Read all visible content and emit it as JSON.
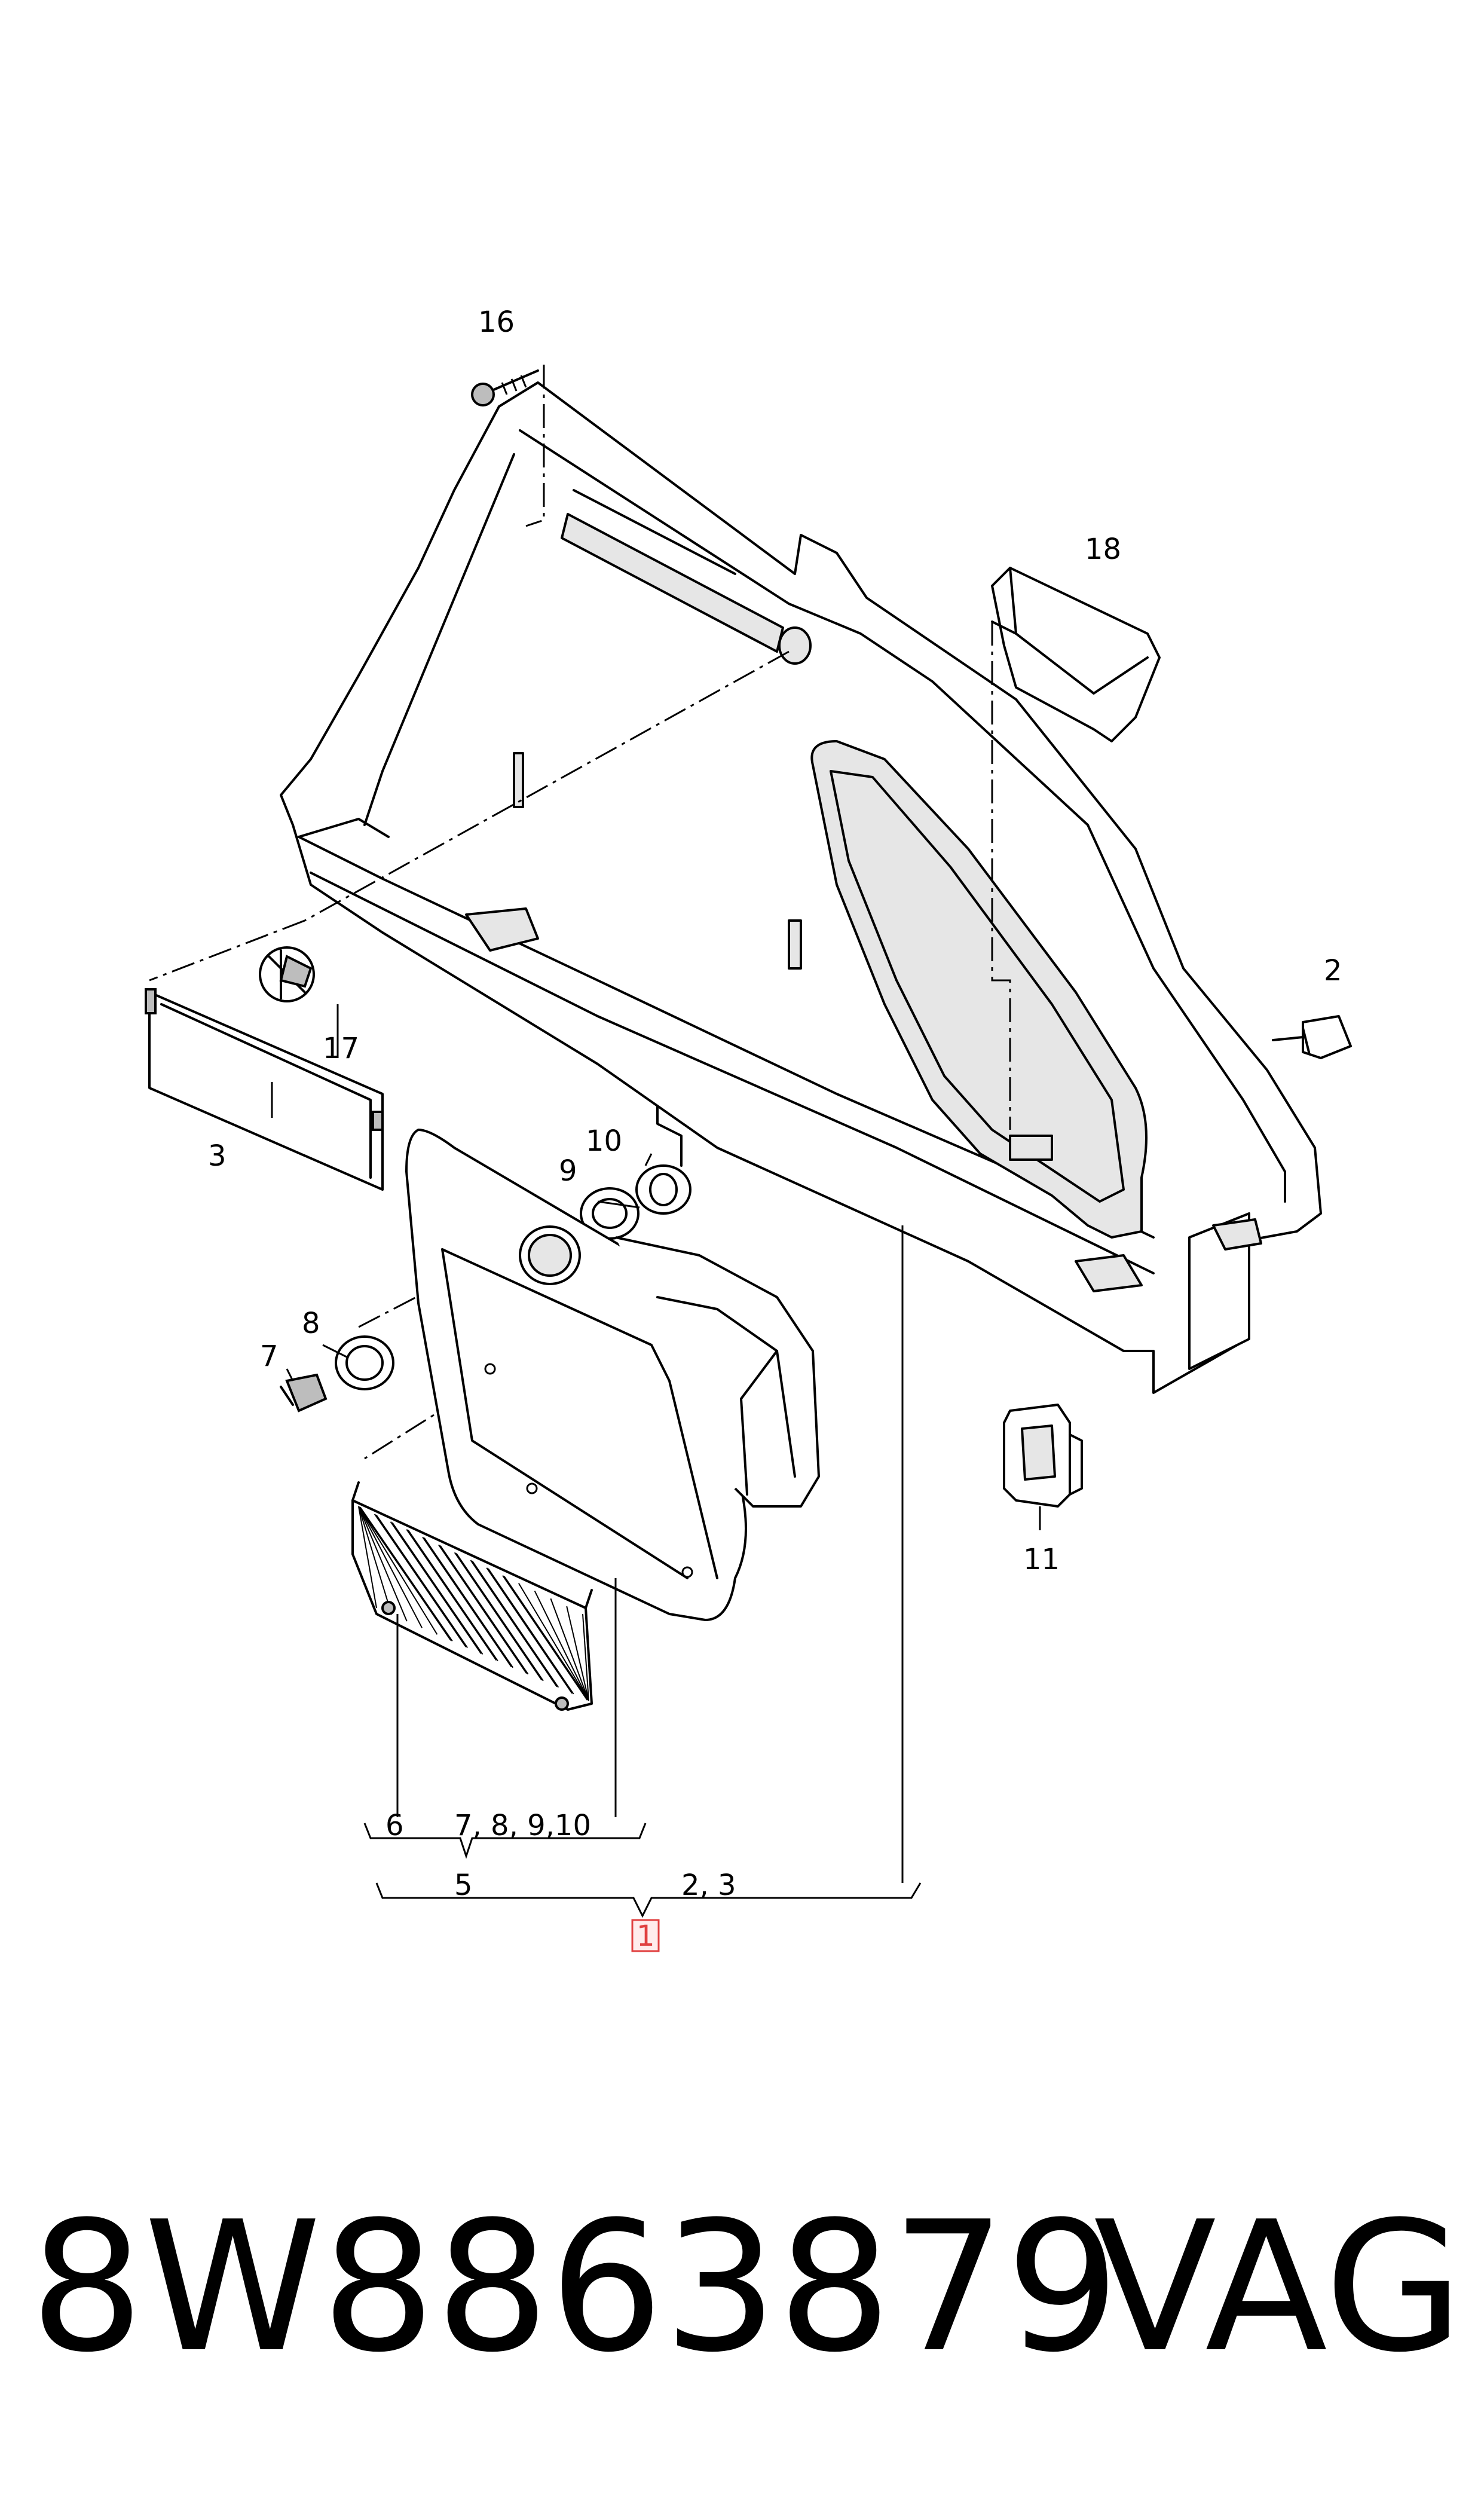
{
  "callouts": {
    "c16": "16",
    "c18": "18",
    "c2": "2",
    "c17": "17",
    "c3": "3",
    "c10": "10",
    "c9": "9",
    "c8": "8",
    "c7": "7",
    "c11": "11"
  },
  "groups": {
    "g6": "6",
    "g7_10": "7, 8, 9,10",
    "g5": "5",
    "g2_3": "2, 3",
    "main": "1"
  },
  "footer": {
    "part_number": "8W8863879",
    "brand": "VAG"
  },
  "colors": {
    "highlight_border": "#e04040",
    "highlight_fill": "#ffecec"
  }
}
